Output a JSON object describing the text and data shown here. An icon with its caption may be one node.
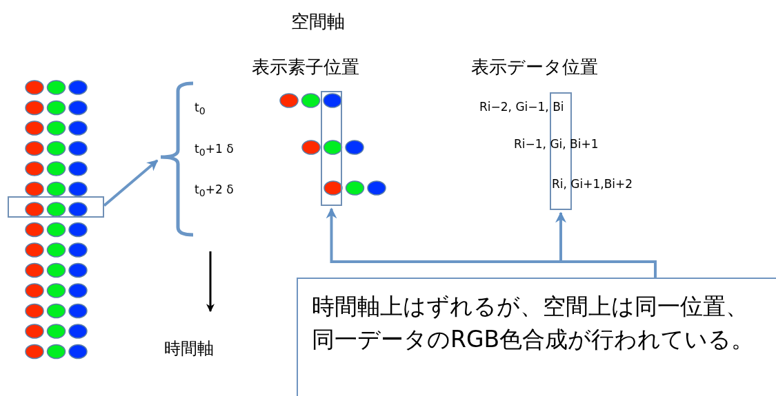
{
  "diagram": {
    "nodes": [
      {
        "text": [],
        "shape": "box"
      },
      {
        "text": [],
        "shape": "bracket",
        "beside": [
          "t$_{0}$",
          "t$_{0}$+1 δ",
          "t$_{0}$+2 δ"
        ]
      },
      {
        "text": [],
        "shape": "box",
        "beside": [
          "表示素子位置"
        ]
      },
      {
        "text": [],
        "shape": "box",
        "beside": [
          "表示データ位置"
        ]
      },
      {
        "text": [
          "時間軸上はずれるが、空間上は同一位置、同一データのRGB色合成が行われている。"
        ]
      }
    ],
    "edges": [
      {
        "from": 0,
        "to": 1,
        "arrow": "to"
      },
      {
        "from": 4,
        "to": 2,
        "arrow": "to"
      },
      {
        "from": 4,
        "to": 3,
        "arrow": "to"
      }
    ],
    "labels": [
      "空間軸",
      "Ri−2, Gi−1, Bi",
      "Ri−1, Gi, Bi+1",
      "Ri, Gi+1,Bi+2",
      "時間軸"
    ]
  }
}
